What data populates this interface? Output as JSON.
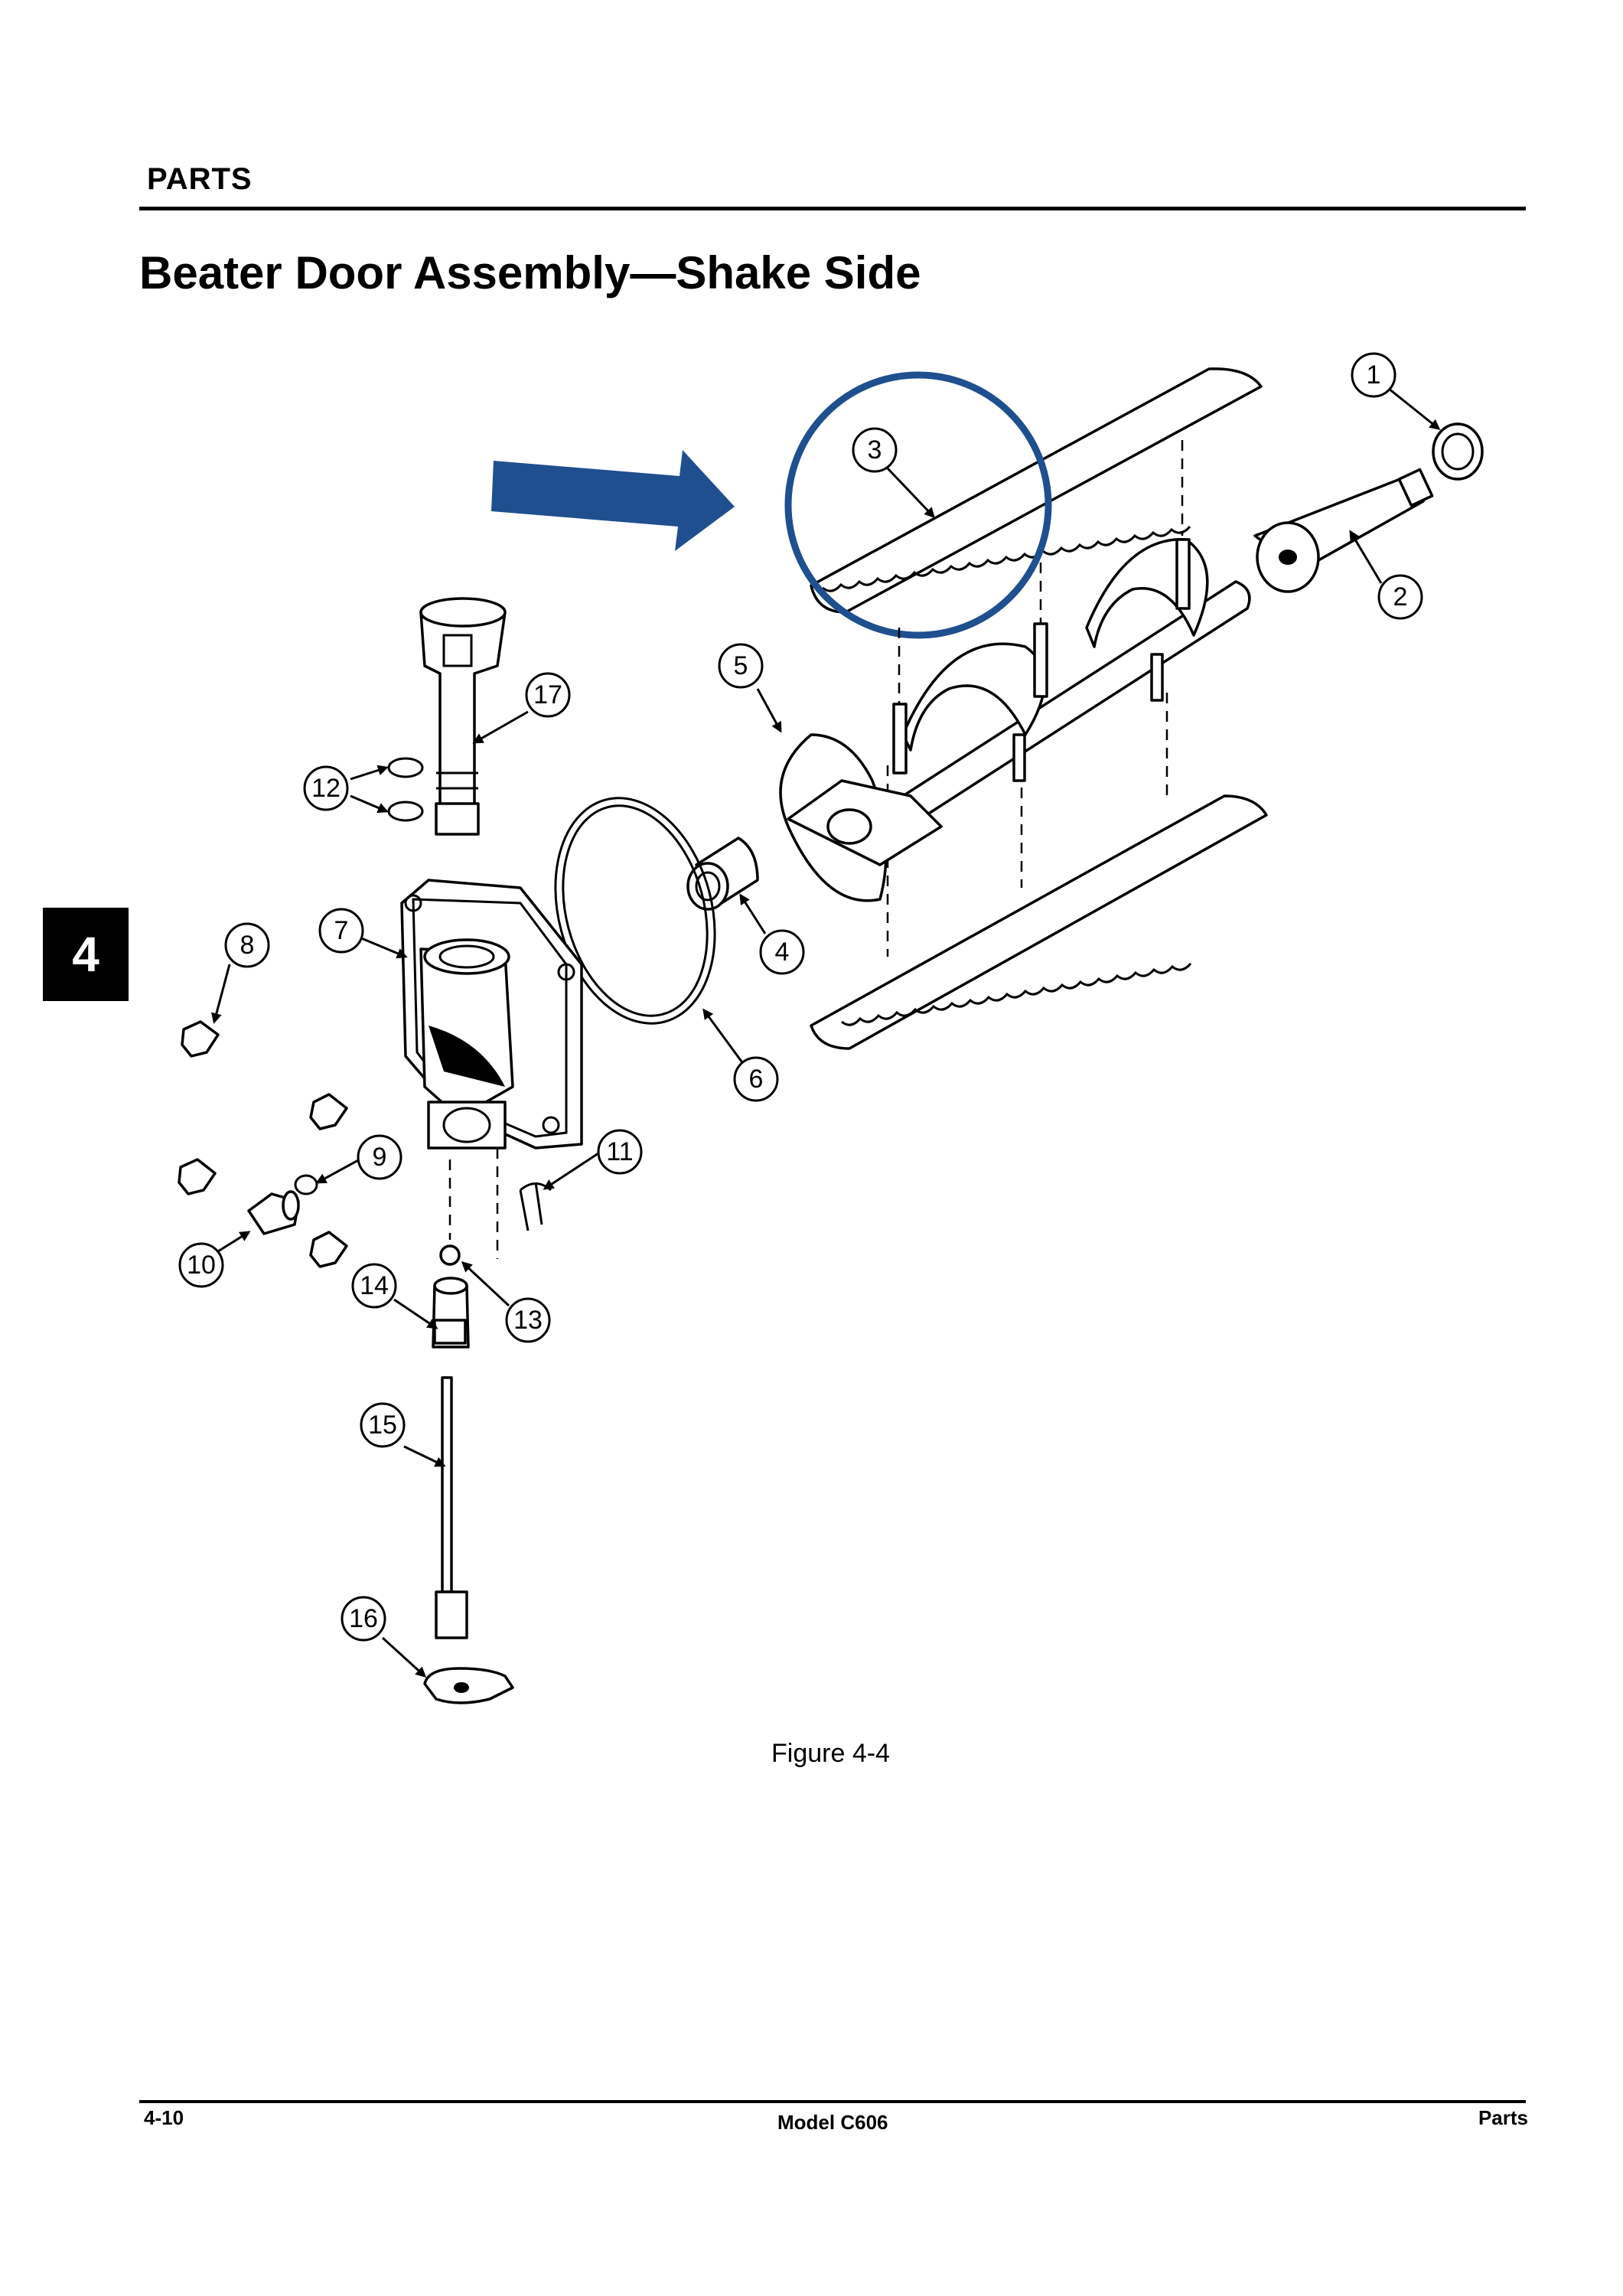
{
  "header": {
    "section": "PARTS",
    "title": "Beater Door Assembly—Shake Side"
  },
  "chapter_tab": "4",
  "figure": {
    "caption": "Figure 4-4",
    "callouts": [
      "1",
      "2",
      "3",
      "4",
      "5",
      "6",
      "7",
      "8",
      "9",
      "10",
      "11",
      "12",
      "13",
      "14",
      "15",
      "16",
      "17"
    ],
    "highlight_color": "#1f4f8f",
    "highlight_callout": "3"
  },
  "footer": {
    "page_number": "4-10",
    "model": "Model C606",
    "section": "Parts"
  }
}
